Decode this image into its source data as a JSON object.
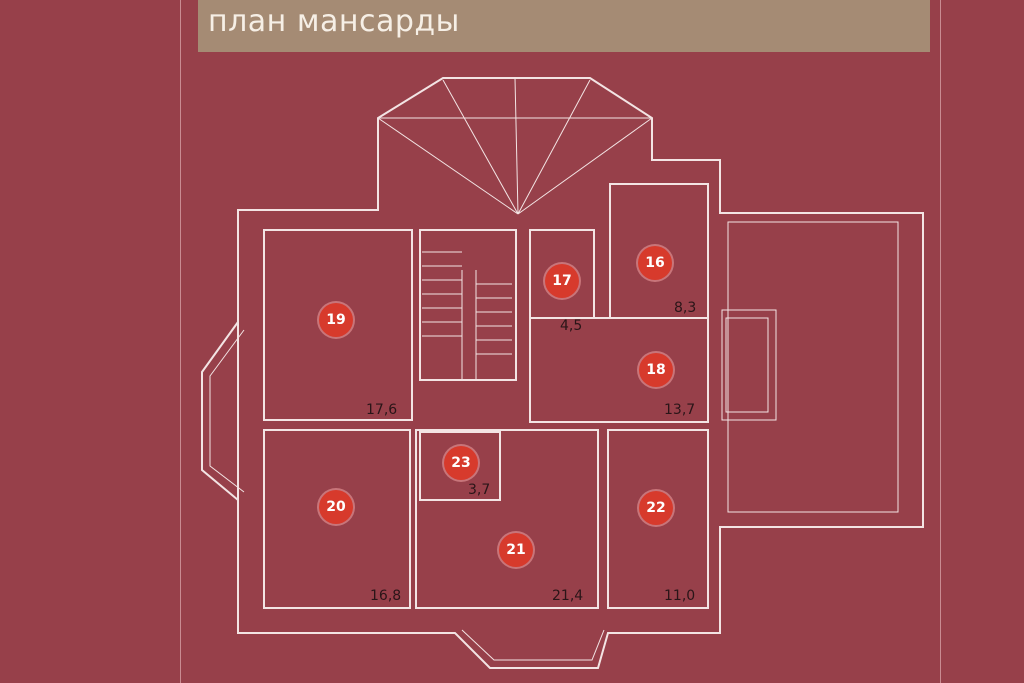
{
  "header": {
    "title": "план мансарды"
  },
  "rooms": [
    {
      "number": "16",
      "area": "8,3"
    },
    {
      "number": "17",
      "area": "4,5"
    },
    {
      "number": "18",
      "area": "13,7"
    },
    {
      "number": "19",
      "area": "17,6"
    },
    {
      "number": "20",
      "area": "16,8"
    },
    {
      "number": "21",
      "area": "21,4"
    },
    {
      "number": "22",
      "area": "11,0"
    },
    {
      "number": "23",
      "area": "3,7"
    }
  ],
  "colors": {
    "background": "#97404a",
    "wall": "#f3e4e4",
    "room_fill": "#97404a",
    "title_bar": "#a58b74",
    "marker": "#d73a2c"
  }
}
